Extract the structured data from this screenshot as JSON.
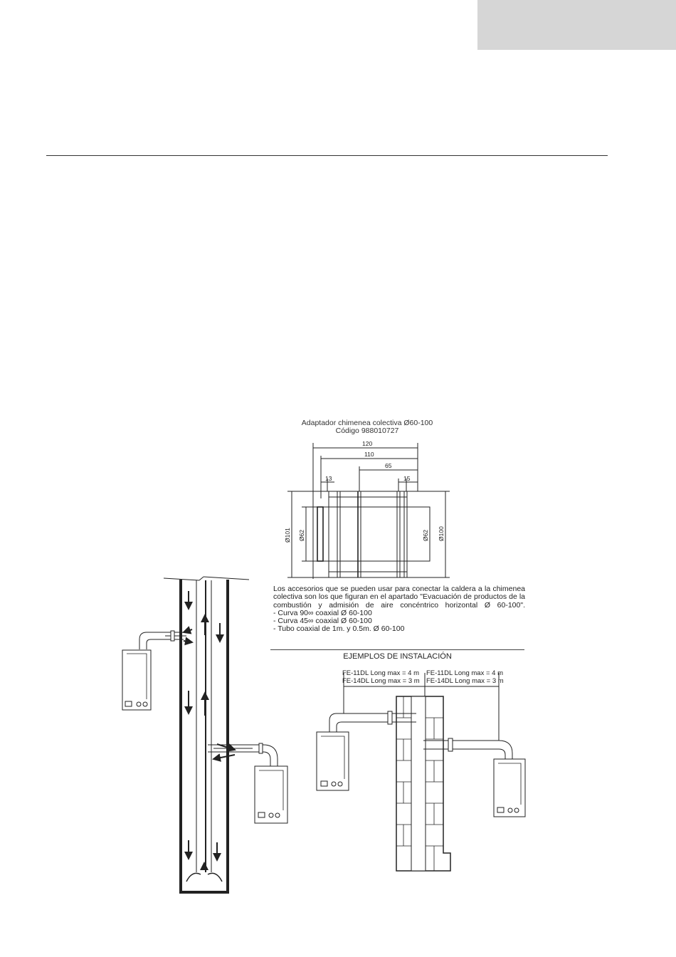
{
  "adapter": {
    "title_line1": "Adaptador chimenea colectiva Ø60-100",
    "title_line2": "Código 988010727",
    "dimensions": {
      "d120": "120",
      "d110": "110",
      "d65": "65",
      "d13": "13",
      "d15": "15",
      "d101": "Ø101",
      "d62_left": "Ø62",
      "d62_right": "Ø62",
      "d100": "Ø100"
    }
  },
  "accessories": {
    "intro": "Los accesorios que se pueden usar para conectar la caldera a la chimenea colectiva son los que figuran en el apartado \"Evacuación de productos de la combustión y admisión de aire concéntrico horizontal Ø 60-100\".",
    "items": [
      "- Curva 90∞ coaxial Ø 60-100",
      "- Curva 45∞ coaxial Ø 60-100",
      "- Tubo coaxial de 1m. y 0.5m. Ø 60-100"
    ]
  },
  "examples": {
    "title": "EJEMPLOS DE INSTALACIÓN",
    "left_line1": "FE-11DL Long max = 4 m",
    "left_line2": "FE-14DL Long max = 3 m",
    "right_line1": "FE-11DL Long max = 4 m",
    "right_line2": "FE-14DL Long max = 3 m"
  }
}
